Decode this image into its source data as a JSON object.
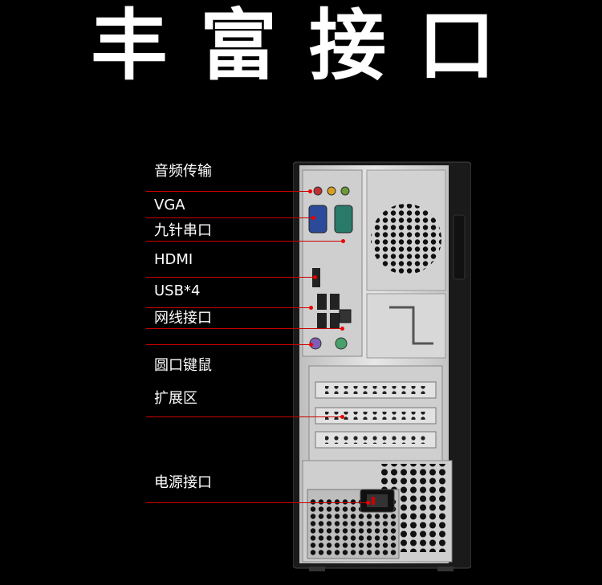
{
  "heading": "丰富接口",
  "labels": {
    "audio": "音频传输",
    "vga": "VGA",
    "serial": "九针串口",
    "hdmi": "HDMI",
    "usb": "USB*4",
    "lan": "网线接口",
    "ps2": "圆口键鼠",
    "expansion": "扩展区",
    "power": "电源接口"
  },
  "colors": {
    "background": "#000000",
    "leader": "#cc0000",
    "chassis": "#d9d9d9"
  }
}
